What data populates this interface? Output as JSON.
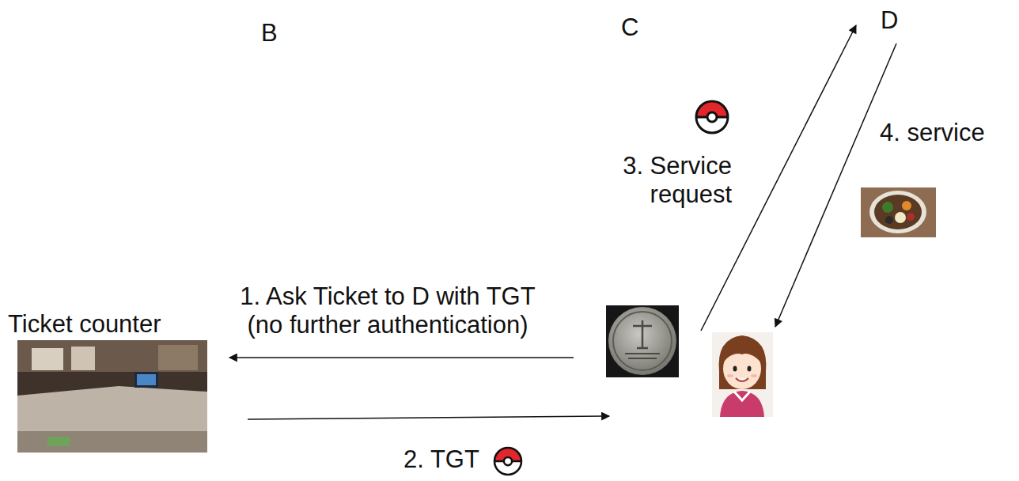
{
  "diagram": {
    "nodes": [
      {
        "text": [
          "Ticket counter"
        ]
      }
    ],
    "labels": [
      "B",
      "C",
      "D",
      "3. Service request",
      "4. service",
      "1. Ask Ticket to D with TGT (no further authentication)",
      "2. TGT"
    ]
  }
}
